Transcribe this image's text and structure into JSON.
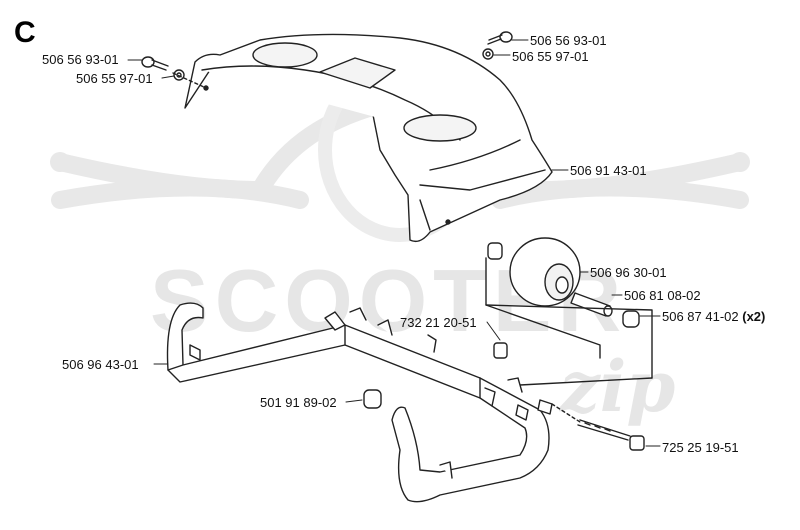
{
  "section": "C",
  "watermark": {
    "brand": "SCOOTER",
    "script": "zip"
  },
  "labels": [
    {
      "id": "bolt-top-left",
      "text": "506 56 93-01"
    },
    {
      "id": "washer-top-left",
      "text": "506 55 97-01"
    },
    {
      "id": "bolt-top-right",
      "text": "506 56 93-01"
    },
    {
      "id": "washer-top-right",
      "text": "506 55 97-01"
    },
    {
      "id": "hood",
      "text": "506 91 43-01"
    },
    {
      "id": "wheel",
      "text": "506 96 30-01"
    },
    {
      "id": "axle",
      "text": "506 81 08-02"
    },
    {
      "id": "spacer",
      "text": "506 87 41-02",
      "qty": "(x2)"
    },
    {
      "id": "nut",
      "text": "732 21 20-51"
    },
    {
      "id": "bumper",
      "text": "506 96 43-01"
    },
    {
      "id": "bushing",
      "text": "501 91 89-02"
    },
    {
      "id": "long-bolt",
      "text": "725 25 19-51"
    }
  ],
  "colors": {
    "line": "#222222",
    "watermark": "#e6e6e6"
  }
}
